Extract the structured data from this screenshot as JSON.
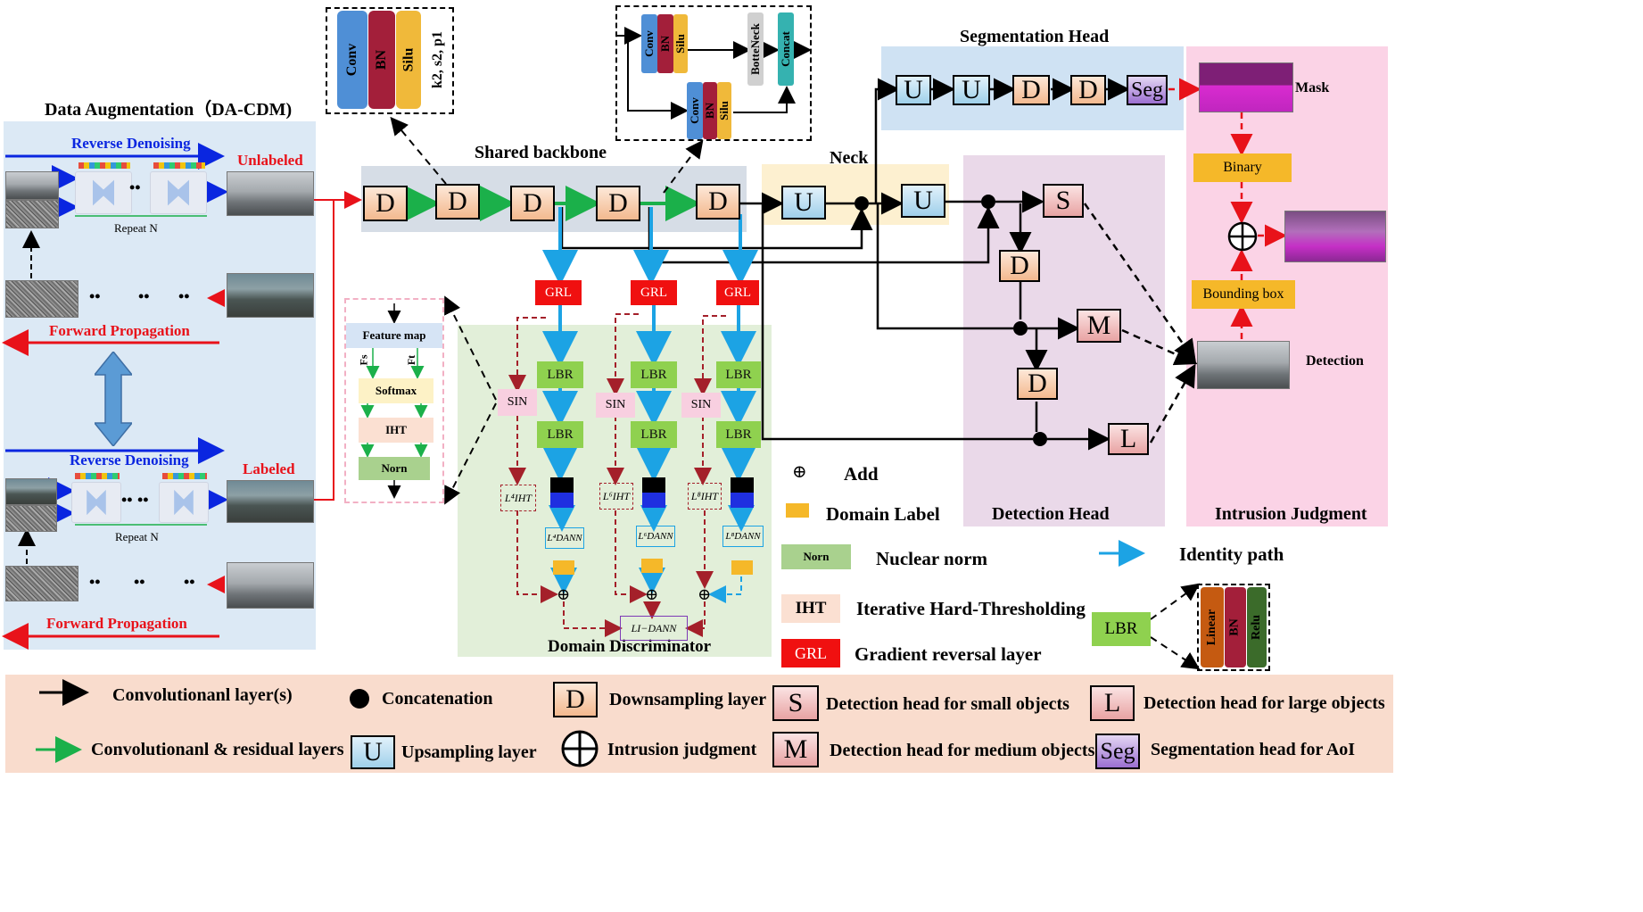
{
  "da": {
    "title": "Data Augmentation（DA-CDM)",
    "reverse_denoising": "Reverse Denoising",
    "forward_propagation": "Forward Propagation",
    "repeat_n": "Repeat N",
    "unlabeled": "Unlabeled",
    "labeled": "Labeled",
    "dots": "••"
  },
  "backbone": {
    "title": "Shared backbone",
    "conv_box": [
      "Conv",
      "BN",
      "Silu"
    ],
    "conv_params": "k2, s2, p1",
    "csp_box": [
      "Conv",
      "BN",
      "Silu",
      "BotteNeck",
      "Concat"
    ],
    "csp_lower": [
      "Conv",
      "BN",
      "Silu"
    ]
  },
  "neck": {
    "title": "Neck"
  },
  "seg_head": {
    "title": "Segmentation Head"
  },
  "det_head": {
    "title": "Detection Head"
  },
  "intrusion": {
    "title": "Intrusion Judgment",
    "mask": "Mask",
    "binary": "Binary",
    "bounding_box": "Bounding box",
    "detection": "Detection"
  },
  "flow": {
    "feature_map": "Feature map",
    "fs": "Fs",
    "ft": "Ft",
    "softmax": "Softmax",
    "iht": "IHT",
    "norn": "Norn"
  },
  "disc": {
    "title": "Domain Discriminator",
    "grl": "GRL",
    "lbr": "LBR",
    "sin": "SIN",
    "l_iht": [
      "L⁴IHT",
      "L⁶IHT",
      "L⁸IHT"
    ],
    "l_dann": [
      "L⁴DANN",
      "L⁶DANN",
      "L⁸DANN"
    ],
    "l_idann": "LI−DANN"
  },
  "blocks": {
    "D": "D",
    "U": "U",
    "S": "S",
    "M": "M",
    "L": "L",
    "Seg": "Seg",
    "plus": "⊕"
  },
  "legend_mid": {
    "add": "Add",
    "domain_label": "Domain Label",
    "norn_label": "Norn",
    "nuclear_norm": "Nuclear norm",
    "iht_label": "IHT",
    "iht_text": "Iterative Hard-Thresholding",
    "grl_label": "GRL",
    "grl_text": "Gradient reversal layer",
    "identity_path": "Identity path",
    "lbr_label": "LBR",
    "lbr_parts": [
      "Linear",
      "BN",
      "Relu"
    ]
  },
  "legend_bottom": {
    "conv": "Convolutionanl layer(s)",
    "conv_res": "Convolutionanl & residual layers",
    "concat": "Concatenation",
    "upsampling": "Upsampling layer",
    "downsampling": "Downsampling layer",
    "intrusion": "Intrusion judgment",
    "small": "Detection head for small objects",
    "medium": "Detection head for medium objects",
    "large": "Detection head for large objects",
    "seg": "Segmentation head for AoI"
  },
  "colors": {
    "da_bg": "#dce9f5",
    "backbone_bg": "#d6dde6",
    "neck_bg": "#fdf0d0",
    "seghead_bg": "#cfe2f3",
    "dethead_bg": "#ead9e9",
    "intrusion_bg": "#fbd3e6",
    "disc_bg": "#e2efd9",
    "legend_bg": "#f9dccd",
    "arrow_blue": "#0a26e0",
    "arrow_red": "#e8121a",
    "arrow_green": "#1bb04a",
    "identity_blue": "#1ca3e4",
    "dashed_red": "#a4202a"
  }
}
